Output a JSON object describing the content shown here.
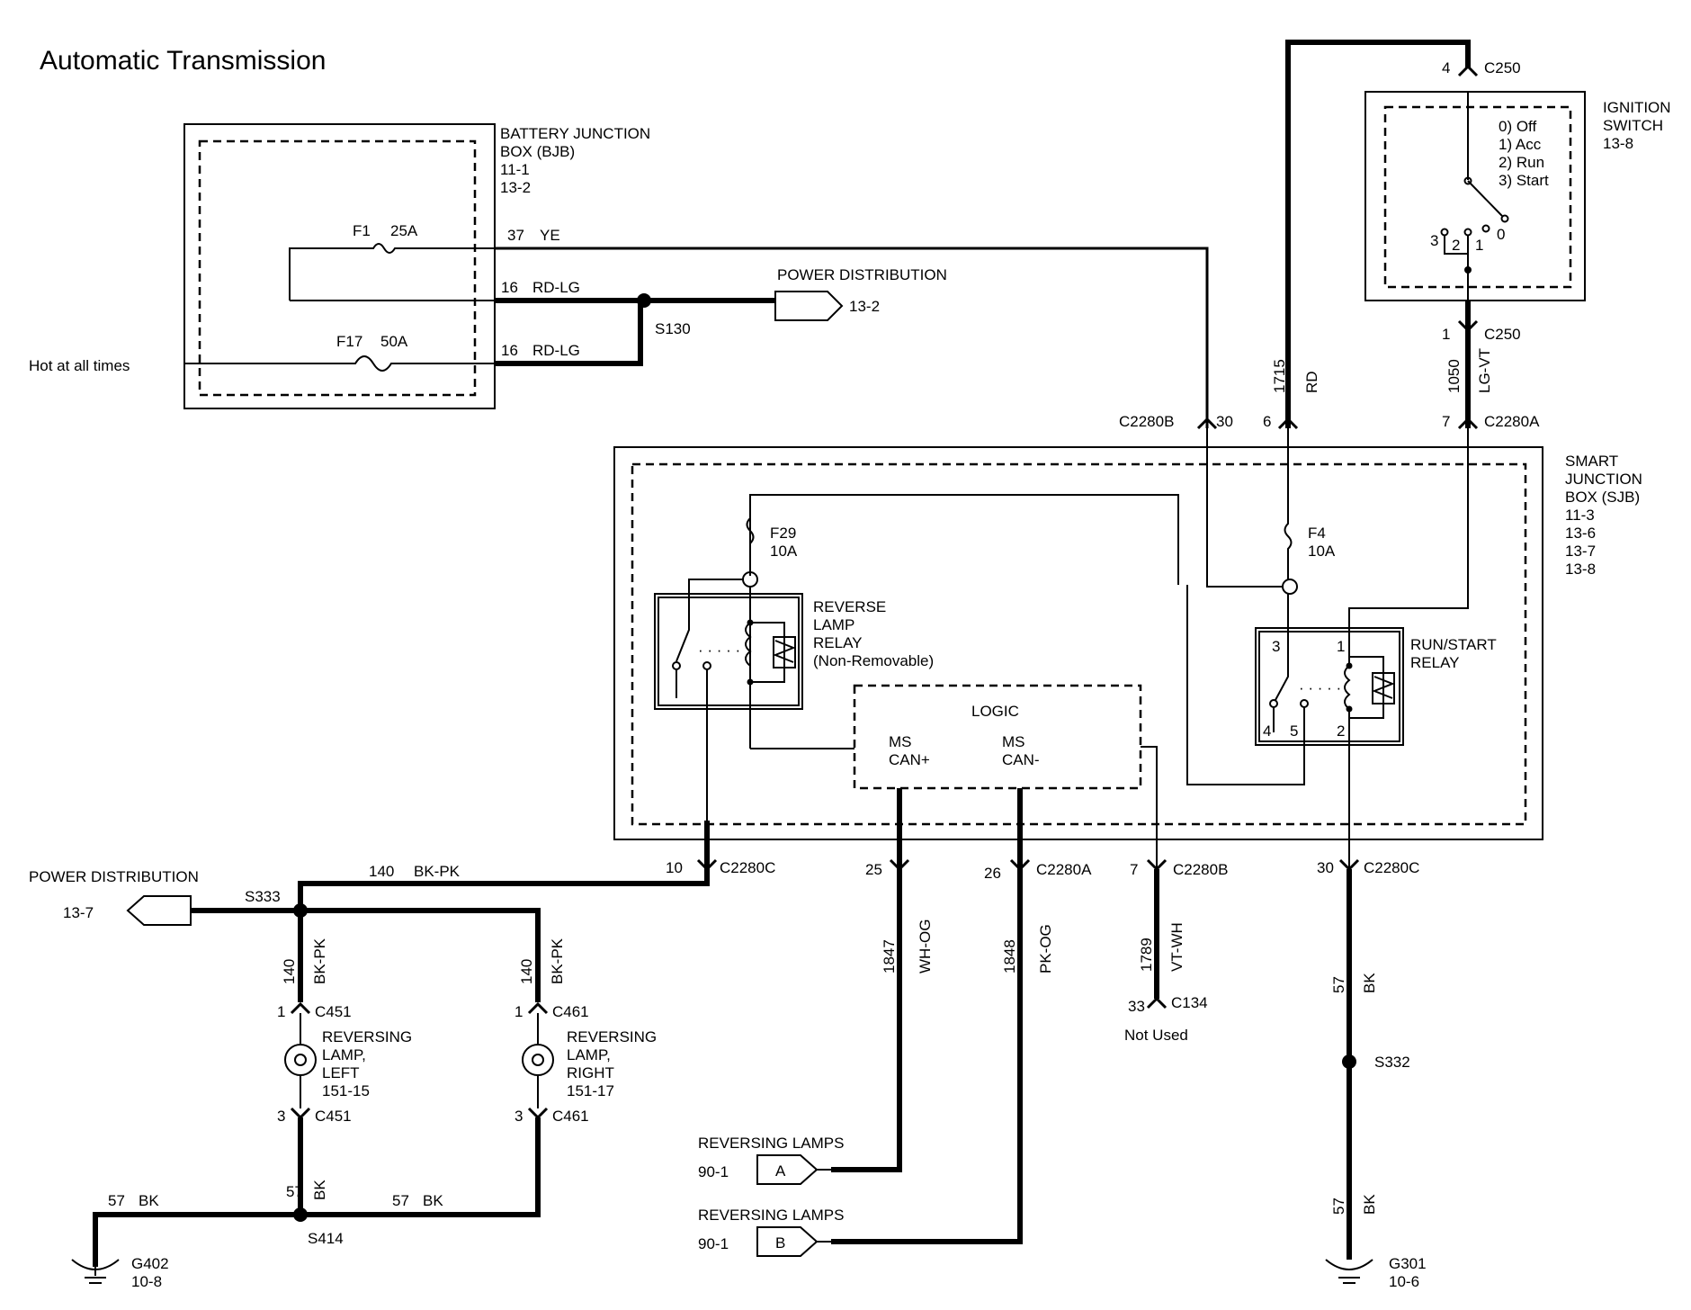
{
  "title": "Automatic Transmission",
  "bjb": {
    "name1": "BATTERY  JUNCTION",
    "name2": "BOX (BJB)",
    "ref1": "11-1",
    "ref2": "13-2"
  },
  "fuses": {
    "f1": "F1",
    "f1_rating": "25A",
    "f17": "F17",
    "f17_rating": "50A",
    "f29": "F29",
    "f29_rating": "10A",
    "f4": "F4",
    "f4_rating": "10A"
  },
  "wires": {
    "w37": "37",
    "w37_color": "YE",
    "w16a": "16",
    "w16a_color": "RD-LG",
    "w16b": "16",
    "w16b_color": "RD-LG",
    "w1715": "1715",
    "w1715_color": "RD",
    "w1050": "1050",
    "w1050_color": "LG-VT",
    "w140": "140",
    "w140_color": "BK-PK",
    "w140l": "140",
    "w140l_color": "BK-PK",
    "w140r": "140",
    "w140r_color": "BK-PK",
    "w1847": "1847",
    "w1847_color": "WH-OG",
    "w1848": "1848",
    "w1848_color": "PK-OG",
    "w1789": "1789",
    "w1789_color": "VT-WH",
    "w57a": "57",
    "w57a_color": "BK",
    "w57b": "57",
    "w57b_color": "BK",
    "w57c": "57",
    "w57c_color": "BK",
    "w57d": "57",
    "w57d_color": "BK",
    "w57e": "57",
    "w57e_color": "BK"
  },
  "hot_label": "Hot at all times",
  "power_dist_top": {
    "label": "POWER DISTRIBUTION",
    "ref": "13-2"
  },
  "power_dist_left": {
    "label": "POWER DISTRIBUTION",
    "ref": "13-7"
  },
  "splices": {
    "s130": "S130",
    "s333": "S333",
    "s414": "S414",
    "s332": "S332"
  },
  "ignition": {
    "name1": "IGNITION",
    "name2": "SWITCH",
    "ref": "13-8",
    "pos0": "0) Off",
    "pos1": "1) Acc",
    "pos2": "2) Run",
    "pos3": "3) Start",
    "t3": "3",
    "t2": "2",
    "t1": "1",
    "t0": "0"
  },
  "connectors": {
    "c250_top_pin": "4",
    "c250_top": "C250",
    "c250_bot_pin": "1",
    "c250_bot": "C250",
    "c2280b_top": "C2280B",
    "c2280b_top_pin": "30",
    "c2280_rd_pin": "6",
    "c2280a_top_pin": "7",
    "c2280a_top": "C2280A",
    "c2280c_left_pin": "10",
    "c2280c_left": "C2280C",
    "c2280_25_pin": "25",
    "c2280a_bot_pin": "26",
    "c2280a_bot": "C2280A",
    "c2280b_bot_pin": "7",
    "c2280b_bot": "C2280B",
    "c2280c_right_pin": "30",
    "c2280c_right": "C2280C",
    "c134_pin": "33",
    "c134": "C134",
    "c451_top_pin": "1",
    "c451_top": "C451",
    "c451_bot_pin": "3",
    "c451_bot": "C451",
    "c461_top_pin": "1",
    "c461_top": "C461",
    "c461_bot_pin": "3",
    "c461_bot": "C461"
  },
  "not_used": "Not Used",
  "sjb": {
    "name1": "SMART",
    "name2": "JUNCTION",
    "name3": "BOX (SJB)",
    "ref1": "11-3",
    "ref2": "13-6",
    "ref3": "13-7",
    "ref4": "13-8"
  },
  "reverse_relay": {
    "l1": "REVERSE",
    "l2": "LAMP",
    "l3": "RELAY",
    "l4": "(Non-Removable)"
  },
  "runstart_relay": {
    "l1": "RUN/START",
    "l2": "RELAY",
    "p3": "3",
    "p1": "1",
    "p4": "4",
    "p5": "5",
    "p2": "2"
  },
  "logic": {
    "title": "LOGIC",
    "ms1": "MS",
    "can_plus": "CAN+",
    "ms2": "MS",
    "can_minus": "CAN-"
  },
  "lamp_left": {
    "l1": "REVERSING",
    "l2": "LAMP,",
    "l3": "LEFT",
    "ref": "151-15"
  },
  "lamp_right": {
    "l1": "REVERSING",
    "l2": "LAMP,",
    "l3": "RIGHT",
    "ref": "151-17"
  },
  "rev_lamps_a": {
    "label": "REVERSING LAMPS",
    "ref": "90-1",
    "letter": "A"
  },
  "rev_lamps_b": {
    "label": "REVERSING LAMPS",
    "ref": "90-1",
    "letter": "B"
  },
  "grounds": {
    "g402": "G402",
    "g402_ref": "10-8",
    "g301": "G301",
    "g301_ref": "10-6"
  }
}
